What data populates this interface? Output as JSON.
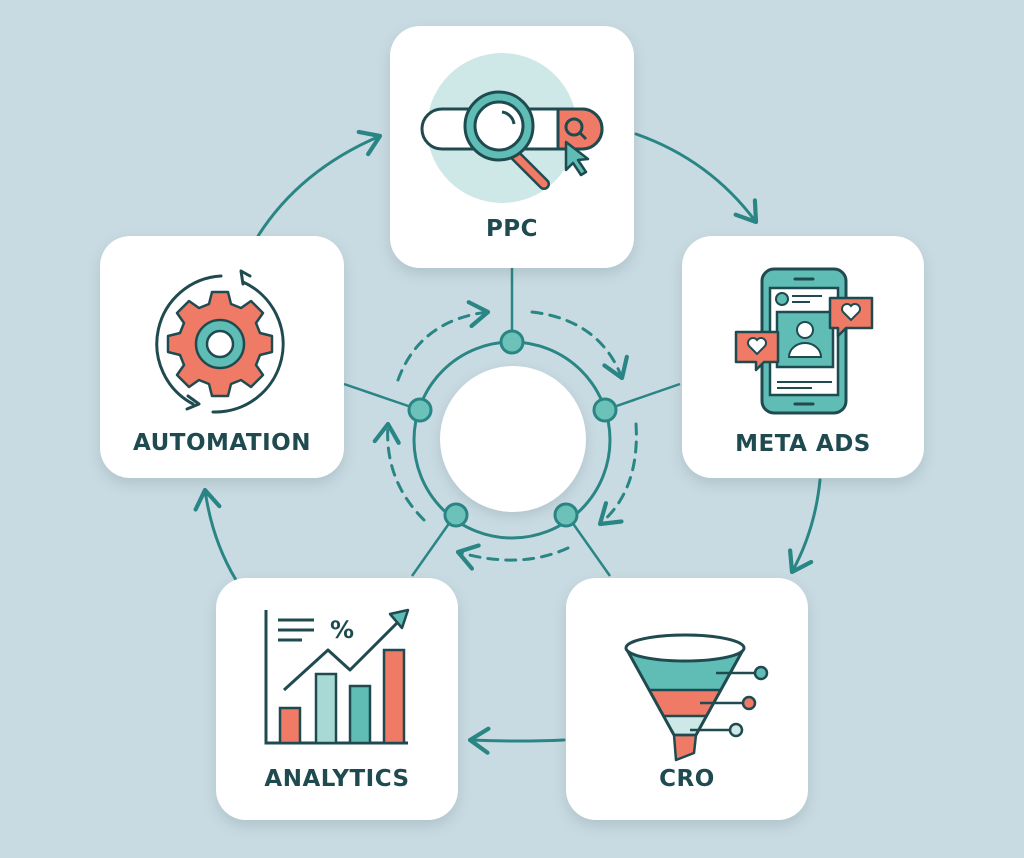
{
  "diagram": {
    "type": "cycle",
    "colors": {
      "background": "#c9dbe2",
      "teal": "#2a8585",
      "teal_light": "#5fbdb5",
      "coral": "#ef7a66",
      "dark": "#1f4b50",
      "card": "#ffffff"
    },
    "nodes": [
      {
        "id": "ppc",
        "label": "PPC",
        "icon": "search-bar-magnifier-icon"
      },
      {
        "id": "meta",
        "label": "META ADS",
        "icon": "smartphone-social-likes-icon"
      },
      {
        "id": "cro",
        "label": "CRO",
        "icon": "conversion-funnel-icon"
      },
      {
        "id": "analytics",
        "label": "ANALYTICS",
        "icon": "bar-chart-trend-icon"
      },
      {
        "id": "automation",
        "label": "AUTOMATION",
        "icon": "gear-cycle-icon"
      }
    ],
    "edges": [
      {
        "from": "PPC",
        "to": "META ADS"
      },
      {
        "from": "META ADS",
        "to": "CRO"
      },
      {
        "from": "CRO",
        "to": "ANALYTICS"
      },
      {
        "from": "ANALYTICS",
        "to": "AUTOMATION"
      },
      {
        "from": "AUTOMATION",
        "to": "PPC"
      }
    ],
    "hub": {
      "label": "",
      "ring_nodes": 5,
      "flow": "clockwise"
    }
  }
}
